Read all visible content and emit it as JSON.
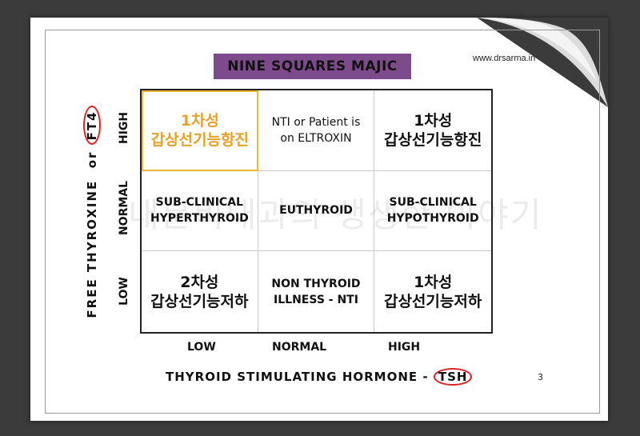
{
  "slide": {
    "title": "NINE SQUARES MAJIC",
    "website": "www.drsarma.in",
    "page_number": "3",
    "watermark": "내분비내과의 생생한 이야기"
  },
  "grid": {
    "rows": [
      [
        {
          "lines": [
            "1차성",
            "갑상선기능항진"
          ],
          "style": "big-orange",
          "highlight": true
        },
        {
          "lines": [
            "NTI or Patient is",
            "on ELTROXIN"
          ],
          "style": "reg"
        },
        {
          "lines": [
            "1차성",
            "갑상선기능항진"
          ],
          "style": "big"
        }
      ],
      [
        {
          "lines": [
            "SUB-CLINICAL",
            "HYPERTHYROID"
          ],
          "style": "small"
        },
        {
          "lines": [
            "EUTHYROID"
          ],
          "style": "small"
        },
        {
          "lines": [
            "SUB-CLINICAL",
            "HYPOTHYROID"
          ],
          "style": "small"
        }
      ],
      [
        {
          "lines": [
            "2차성",
            "갑상선기능저하"
          ],
          "style": "big"
        },
        {
          "lines": [
            "NON THYROID",
            "ILLNESS - NTI"
          ],
          "style": "small"
        },
        {
          "lines": [
            "1차성",
            "갑상선기능저하"
          ],
          "style": "big"
        }
      ]
    ]
  },
  "x_axis": {
    "labels": [
      "LOW",
      "NORMAL",
      "HIGH"
    ],
    "title_prefix": "THYROID STIMULATING HORMONE - ",
    "title_circled": "TSH"
  },
  "y_axis": {
    "labels": [
      "HIGH",
      "NORMAL",
      "LOW"
    ],
    "title_prefix": "FREE THYROXINE  or ",
    "title_circled": "FT4"
  },
  "colors": {
    "title_bg": "#7d4a8b",
    "highlight": "#f2b632",
    "circle": "#e02020"
  }
}
